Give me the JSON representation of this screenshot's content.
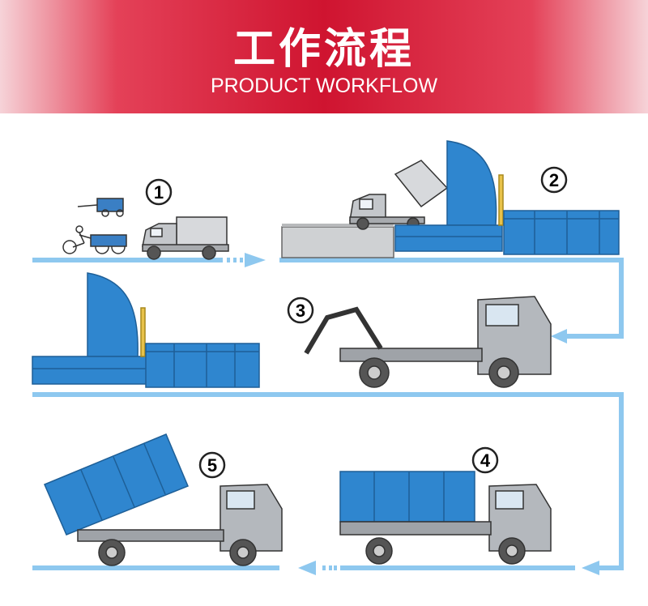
{
  "header": {
    "title": "工作流程",
    "subtitle": "PRODUCT WORKFLOW"
  },
  "steps": [
    {
      "number": "①",
      "description_icon": "tricycle-and-mini-truck-collection"
    },
    {
      "number": "②",
      "description_icon": "truck-dumping-into-compactor-station"
    },
    {
      "number": "③",
      "description_icon": "hook-lift-truck-approaching"
    },
    {
      "number": "④",
      "description_icon": "hook-lift-truck-loaded-container"
    },
    {
      "number": "⑤",
      "description_icon": "hook-lift-truck-unloading-container"
    }
  ],
  "colors": {
    "banner_red": "#cf1430",
    "flow_line": "#8ec8ef",
    "equipment_blue": "#2f86cf",
    "truck_gray": "#b4b8bd"
  }
}
